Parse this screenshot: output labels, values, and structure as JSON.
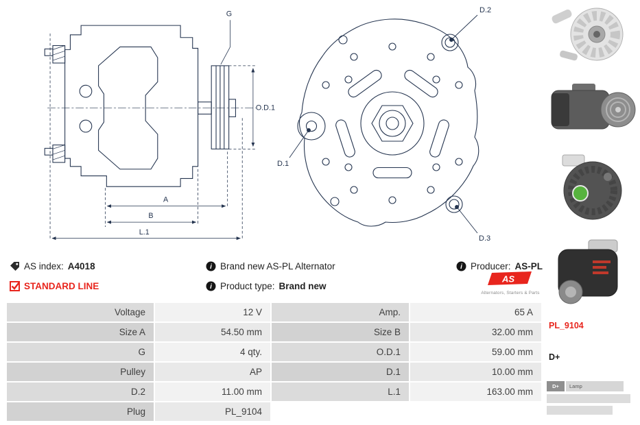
{
  "diagram": {
    "g": "G",
    "od1": "O.D.1",
    "a": "A",
    "b": "B",
    "l1": "L.1",
    "d1": "D.1",
    "d2": "D.2",
    "d3": "D.3"
  },
  "info": {
    "as_index_label": "AS index:",
    "as_index_value": "A4018",
    "standard_line": "STANDARD LINE",
    "brand_new_text": "Brand new AS-PL Alternator",
    "product_type_label": "Product type:",
    "product_type_value": "Brand new",
    "producer_label": "Producer:",
    "producer_value": "AS-PL",
    "logo_text": "AS",
    "logo_caption": "Alternators, Starters & Parts"
  },
  "icons": {
    "info_glyph": "i"
  },
  "side_panel": {
    "pl_code": "PL_9104",
    "dplus": "D+",
    "legend_key": "D+",
    "legend_value": "Lamp"
  },
  "table": {
    "rows": [
      {
        "l1": "Voltage",
        "v1": "12 V",
        "l2": "Amp.",
        "v2": "65 A"
      },
      {
        "l1": "Size A",
        "v1": "54.50 mm",
        "l2": "Size B",
        "v2": "32.00 mm"
      },
      {
        "l1": "G",
        "v1": "4 qty.",
        "l2": "O.D.1",
        "v2": "59.00 mm"
      },
      {
        "l1": "Pulley",
        "v1": "AP",
        "l2": "D.1",
        "v2": "10.00 mm"
      },
      {
        "l1": "D.2",
        "v1": "11.00 mm",
        "l2": "L.1",
        "v2": "163.00 mm"
      },
      {
        "l1": "Plug",
        "v1": "PL_9104",
        "l2": "",
        "v2": ""
      }
    ]
  }
}
